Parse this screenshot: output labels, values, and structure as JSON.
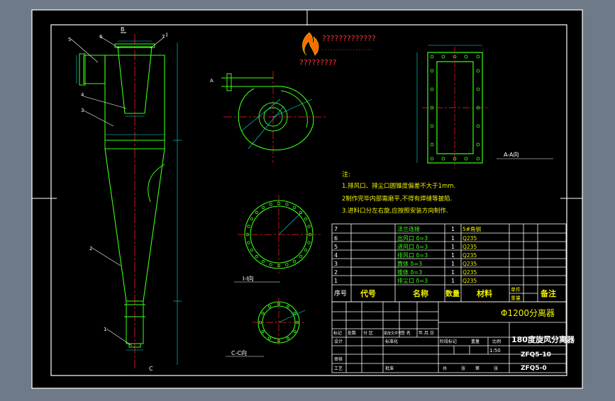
{
  "colors": {
    "background": "#6e7a88",
    "sheet": "#000000",
    "line_white": "#ffffff",
    "line_green": "#39ff14",
    "center_red": "#ff2020",
    "text_yellow": "#f2f200",
    "dim_cyan": "#00e5e5",
    "logo_orange": "#ff6a00"
  },
  "logo": {
    "icon": "flame-logo-icon",
    "title": "?????????????",
    "subtitle": "?????????"
  },
  "main_view": {
    "section_marks": [
      "B",
      "I",
      "C"
    ],
    "part_callouts": [
      "5",
      "6",
      "7",
      "4",
      "3",
      "2",
      "1"
    ]
  },
  "views": {
    "a_view_label": "A-A向",
    "i_view_label": "I-I向",
    "c_view_label": "C-C向",
    "top_view_mark": "A"
  },
  "notes": {
    "heading": "注:",
    "lines": [
      "1.排风口、排尘口圆锥度偏差不大于1mm.",
      "2制作完毕内部需磨平,不得有焊缝等披陷.",
      "3.进料口分左右旋,应按照安装方向制作."
    ]
  },
  "bom": {
    "rows": [
      {
        "no": "7",
        "name": "法兰连接",
        "qty": "1",
        "material": "5#角钢"
      },
      {
        "no": "6",
        "name": "出风口 δ=3",
        "qty": "1",
        "material": "Q235"
      },
      {
        "no": "5",
        "name": "进风口 δ=3",
        "qty": "1",
        "material": "Q235"
      },
      {
        "no": "4",
        "name": "排风口 δ=3",
        "qty": "1",
        "material": "Q235"
      },
      {
        "no": "3",
        "name": "筒体 δ=3",
        "qty": "1",
        "material": "Q235"
      },
      {
        "no": "2",
        "name": "锥体 δ=3",
        "qty": "1",
        "material": "Q235"
      },
      {
        "no": "1",
        "name": "排尘口 δ=3",
        "qty": "1",
        "material": "Q235"
      }
    ],
    "header": {
      "seq": "序号",
      "code": "代号",
      "name": "名称",
      "qty": "数量",
      "material": "材料",
      "unit_weight": "单件",
      "total_weight": "重量",
      "remarks": "备注"
    }
  },
  "title_block": {
    "company": "Φ1200分离器",
    "drawing_title": "180度旋风分离器",
    "drawing_no_1": "ZFQ5-10",
    "drawing_no_2": "ZFQ5-0",
    "scale": "1:50",
    "labels": {
      "mark": "标记",
      "count": "处数",
      "zone": "分 区",
      "change_doc": "更改文件号",
      "sign": "签 名",
      "date": "年.月.日",
      "design": "设计",
      "standard": "标准化",
      "stage_mark": "阶段标记",
      "weight": "重量",
      "ratio": "比例",
      "review": "审核",
      "process": "工艺",
      "approve": "批准",
      "total": "共",
      "sheet": "张",
      "page": "第",
      "page_unit": "张"
    }
  }
}
